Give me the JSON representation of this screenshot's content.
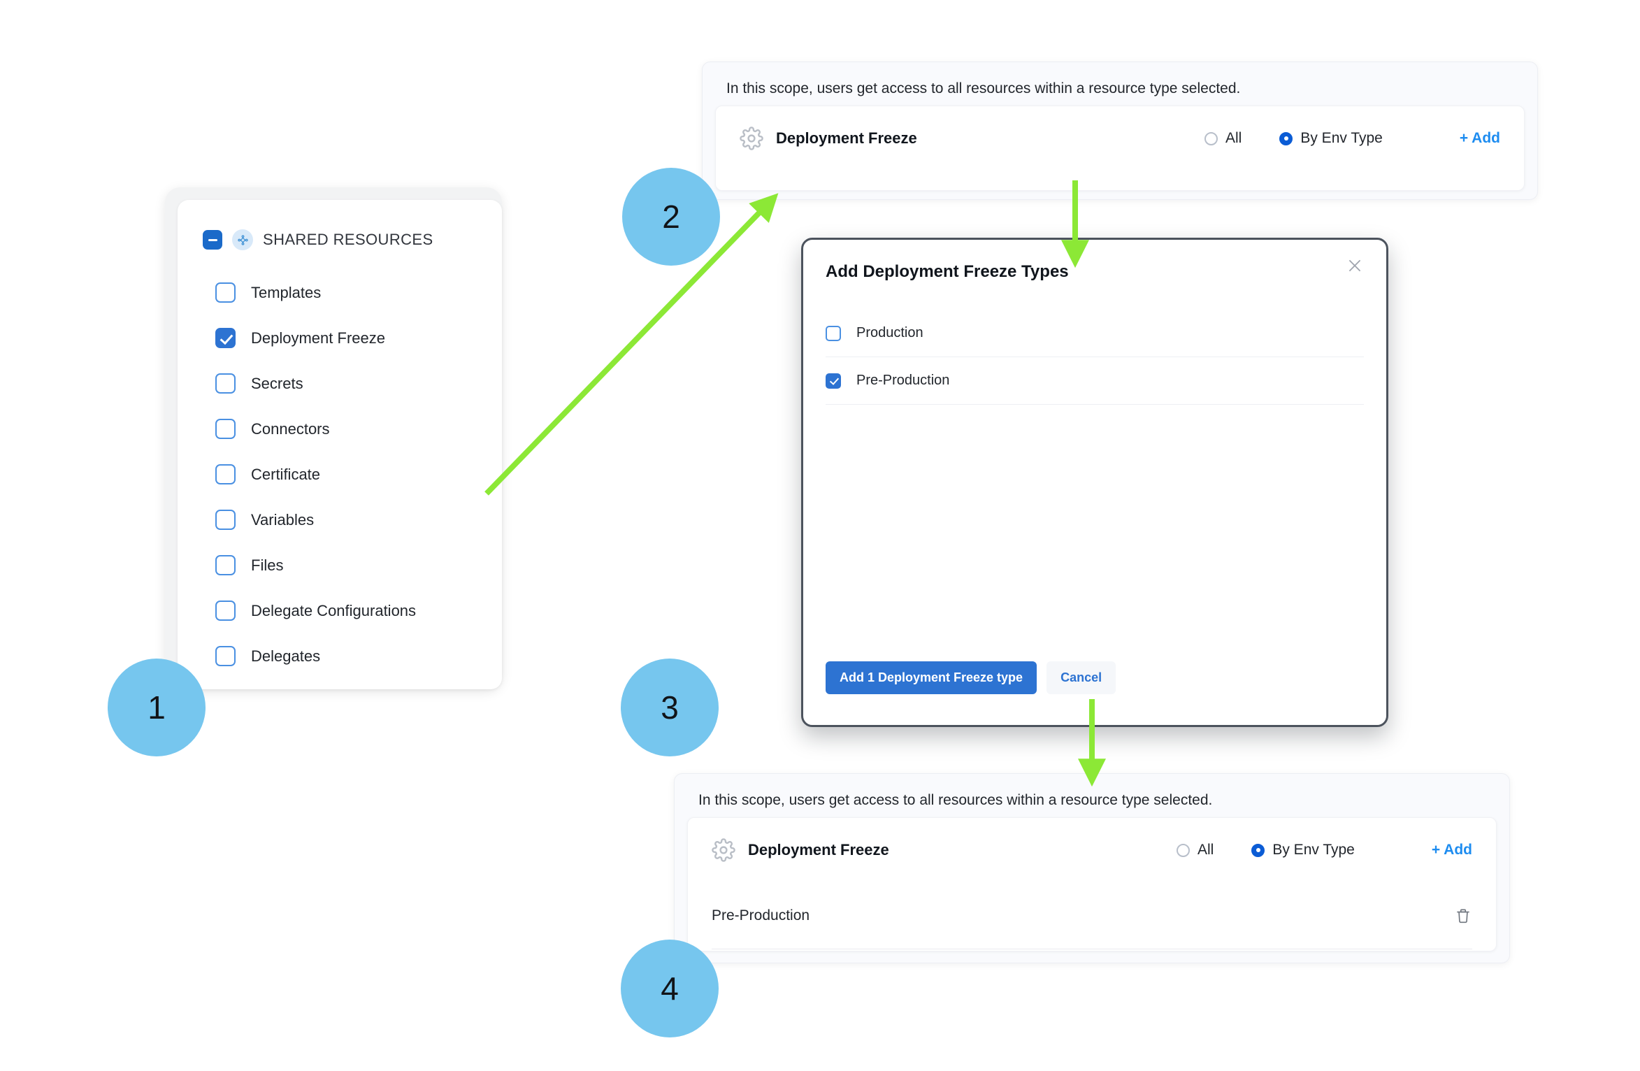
{
  "steps": [
    {
      "number": "1"
    },
    {
      "number": "2"
    },
    {
      "number": "3"
    },
    {
      "number": "4"
    }
  ],
  "colors": {
    "step_badge": "#76c6ee",
    "arrow": "#8ce836",
    "primary_blue": "#2d73d2",
    "link_blue": "#1d8cf0",
    "radio_on": "#0b5cd5"
  },
  "left_panel": {
    "header": {
      "title": "SHARED RESOURCES",
      "collapse_icon": "minus-icon",
      "group_icon": "shared-resources-icon",
      "expanded": true
    },
    "items": [
      {
        "label": "Templates",
        "checked": false
      },
      {
        "label": "Deployment Freeze",
        "checked": true
      },
      {
        "label": "Secrets",
        "checked": false
      },
      {
        "label": "Connectors",
        "checked": false
      },
      {
        "label": "Certificate",
        "checked": false
      },
      {
        "label": "Variables",
        "checked": false
      },
      {
        "label": "Files",
        "checked": false
      },
      {
        "label": "Delegate Configurations",
        "checked": false
      },
      {
        "label": "Delegates",
        "checked": false
      }
    ]
  },
  "scope_panel_top": {
    "note": "In this scope, users get access to all resources within a resource type selected.",
    "resource": {
      "icon": "gear-icon",
      "name": "Deployment Freeze",
      "options": [
        {
          "label": "All",
          "selected": false
        },
        {
          "label": "By Env Type",
          "selected": true
        }
      ],
      "add_label": "+ Add"
    }
  },
  "modal": {
    "title": "Add Deployment Freeze Types",
    "close_icon": "close-icon",
    "rows": [
      {
        "label": "Production",
        "checked": false
      },
      {
        "label": "Pre-Production",
        "checked": true
      }
    ],
    "primary_button": "Add 1 Deployment Freeze type",
    "secondary_button": "Cancel"
  },
  "scope_panel_bottom": {
    "note": "In this scope, users get access to all resources within a resource type selected.",
    "resource": {
      "icon": "gear-icon",
      "name": "Deployment Freeze",
      "options": [
        {
          "label": "All",
          "selected": false
        },
        {
          "label": "By Env Type",
          "selected": true
        }
      ],
      "add_label": "+ Add"
    },
    "selected_items": [
      {
        "label": "Pre-Production",
        "delete_icon": "trash-icon"
      }
    ]
  }
}
